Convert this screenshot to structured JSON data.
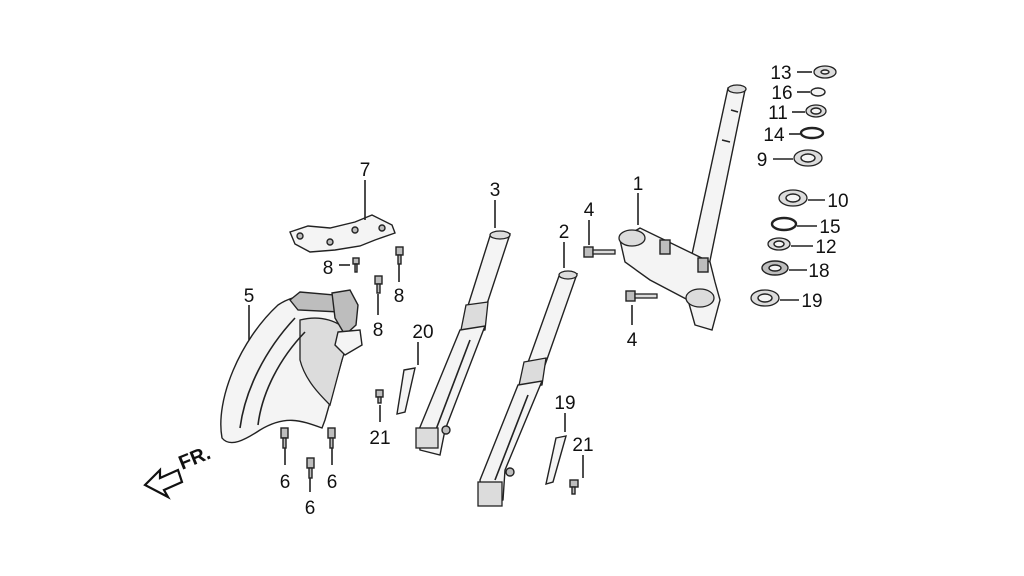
{
  "diagram": {
    "direction_label": "FR.",
    "callouts": {
      "n1": "1",
      "n2": "2",
      "n3": "3",
      "n4a": "4",
      "n4b": "4",
      "n5": "5",
      "n6a": "6",
      "n6b": "6",
      "n6c": "6",
      "n7": "7",
      "n8a": "8",
      "n8b": "8",
      "n8c": "8",
      "n9": "9",
      "n10": "10",
      "n11": "11",
      "n12": "12",
      "n13": "13",
      "n14": "14",
      "n15": "15",
      "n16": "16",
      "n18": "18",
      "n19": "19",
      "n20": "20",
      "n21a": "21",
      "n21b": "21"
    }
  }
}
